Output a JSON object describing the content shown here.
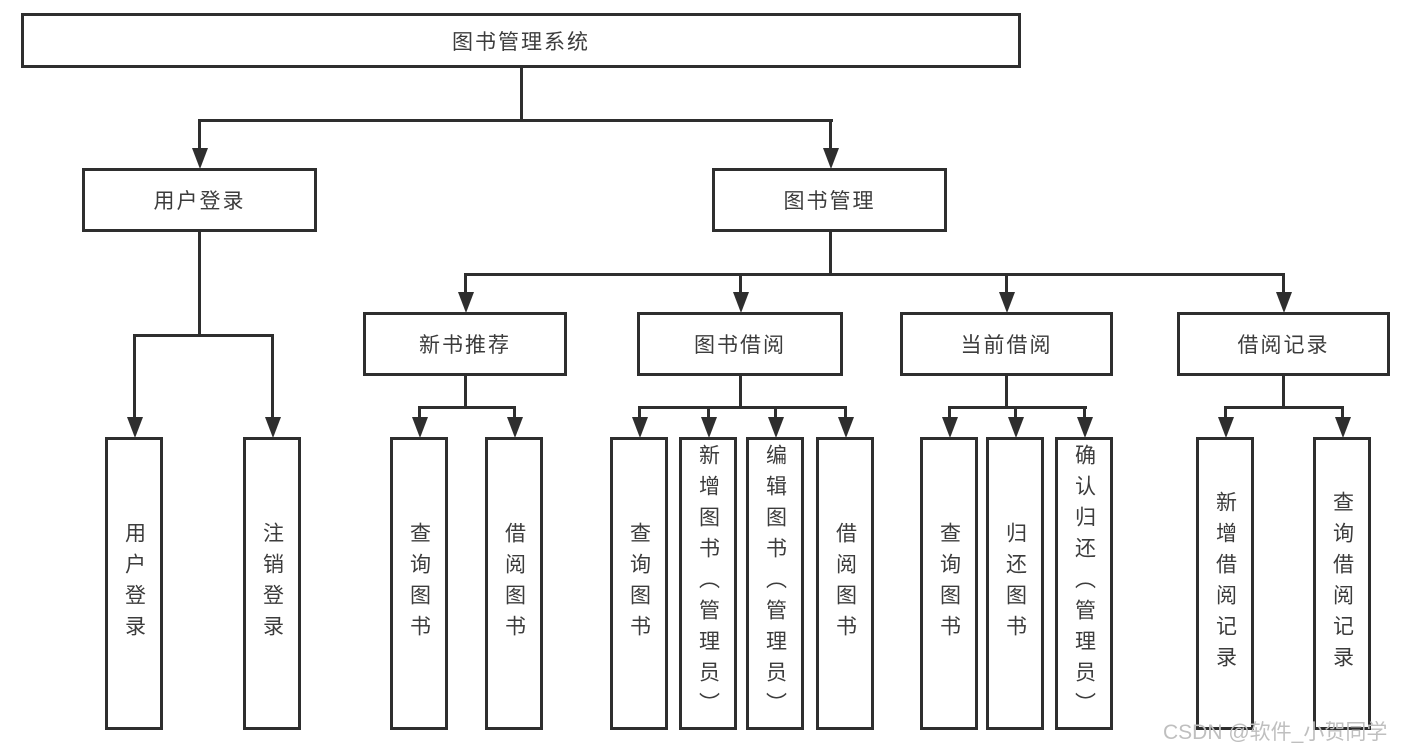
{
  "root": {
    "label": "图书管理系统"
  },
  "level2": [
    {
      "label": "用户登录"
    },
    {
      "label": "图书管理"
    }
  ],
  "level3": [
    {
      "label": "新书推荐"
    },
    {
      "label": "图书借阅"
    },
    {
      "label": "当前借阅"
    },
    {
      "label": "借阅记录"
    }
  ],
  "leaves": [
    {
      "label": "用户登录"
    },
    {
      "label": "注销登录"
    },
    {
      "label": "查询图书"
    },
    {
      "label": "借阅图书"
    },
    {
      "label": "查询图书"
    },
    {
      "label": "新增图书（管理员）"
    },
    {
      "label": "编辑图书（管理员）"
    },
    {
      "label": "借阅图书"
    },
    {
      "label": "查询图书"
    },
    {
      "label": "归还图书"
    },
    {
      "label": "确认归还（管理员）"
    },
    {
      "label": "新增借阅记录"
    },
    {
      "label": "查询借阅记录"
    }
  ],
  "watermark": "CSDN @软件_小贺同学",
  "colors": {
    "line": "#2e2e2e",
    "text": "#3c3c3c",
    "watermark": "#bfbfbf",
    "background": "#ffffff"
  }
}
